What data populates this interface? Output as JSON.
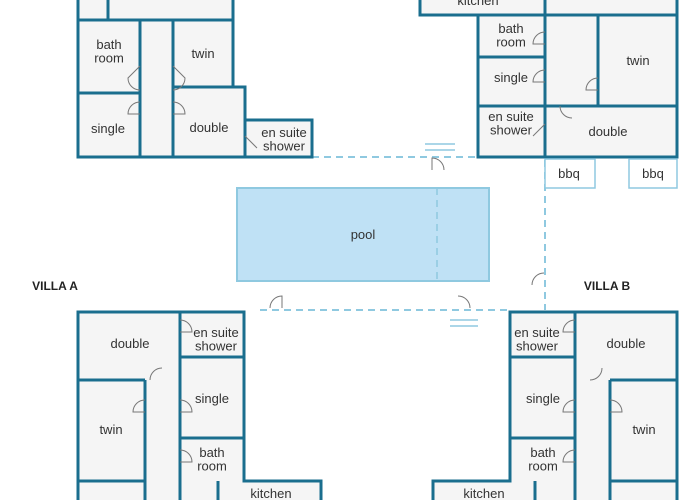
{
  "villas": {
    "a_label": "VILLA A",
    "b_label": "VILLA B"
  },
  "pool": {
    "label": "pool"
  },
  "top_left": {
    "bathroom": "bath\nroom",
    "twin": "twin",
    "single": "single",
    "double": "double",
    "ensuite": "en suite\nshower"
  },
  "top_right": {
    "kitchen": "kitchen",
    "bathroom": "bath\nroom",
    "twin": "twin",
    "single": "single",
    "ensuite": "en suite\nshower",
    "double": "double",
    "bbq_left": "bbq",
    "bbq_right": "bbq"
  },
  "bottom_left": {
    "double": "double",
    "ensuite": "en suite\nshower",
    "single": "single",
    "twin": "twin",
    "bathroom": "bath\nroom",
    "kitchen": "kitchen"
  },
  "bottom_right": {
    "ensuite": "en suite\nshower",
    "double": "double",
    "single": "single",
    "twin": "twin",
    "bathroom": "bath\nroom",
    "kitchen": "kitchen"
  },
  "colors": {
    "wall": "#1a6e8e",
    "pool_fill": "#bfe1f5",
    "outline_light": "#8fc9e0"
  }
}
